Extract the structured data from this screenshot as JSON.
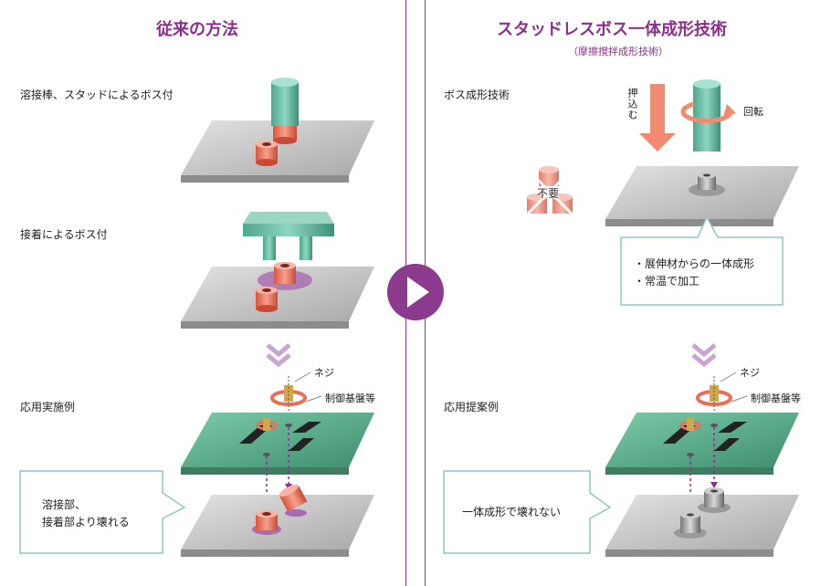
{
  "left": {
    "title": "従来の方法",
    "step1": "溶接棒、スタッドによるボス付",
    "step2": "接着によるボス付",
    "step3": "応用実施例",
    "screw": "ネジ",
    "board": "制御基盤等",
    "callout_line1": "溶接部、",
    "callout_line2": "接着部より壊れる"
  },
  "right": {
    "title": "スタッドレスボス一体成形技術",
    "subtitle": "（摩擦撹拌成形技術）",
    "step1": "ボス成形技術",
    "press": "押込む",
    "rotate": "回転",
    "unneeded": "不要",
    "bullet1": "・展伸材からの一体成形",
    "bullet2": "・常温で加工",
    "step3": "応用提案例",
    "screw": "ネジ",
    "board": "制御基盤等",
    "callout": "一体成形で壊れない"
  },
  "colors": {
    "accent": "#8b2f8d",
    "arrow_circle": "#8b3a8e",
    "plate": "#c9c9c9",
    "boss_red": "#e8705a",
    "rod_green": "#6bbfa8",
    "board_green": "#5faf8f",
    "callout_border": "#8fc7c0"
  }
}
